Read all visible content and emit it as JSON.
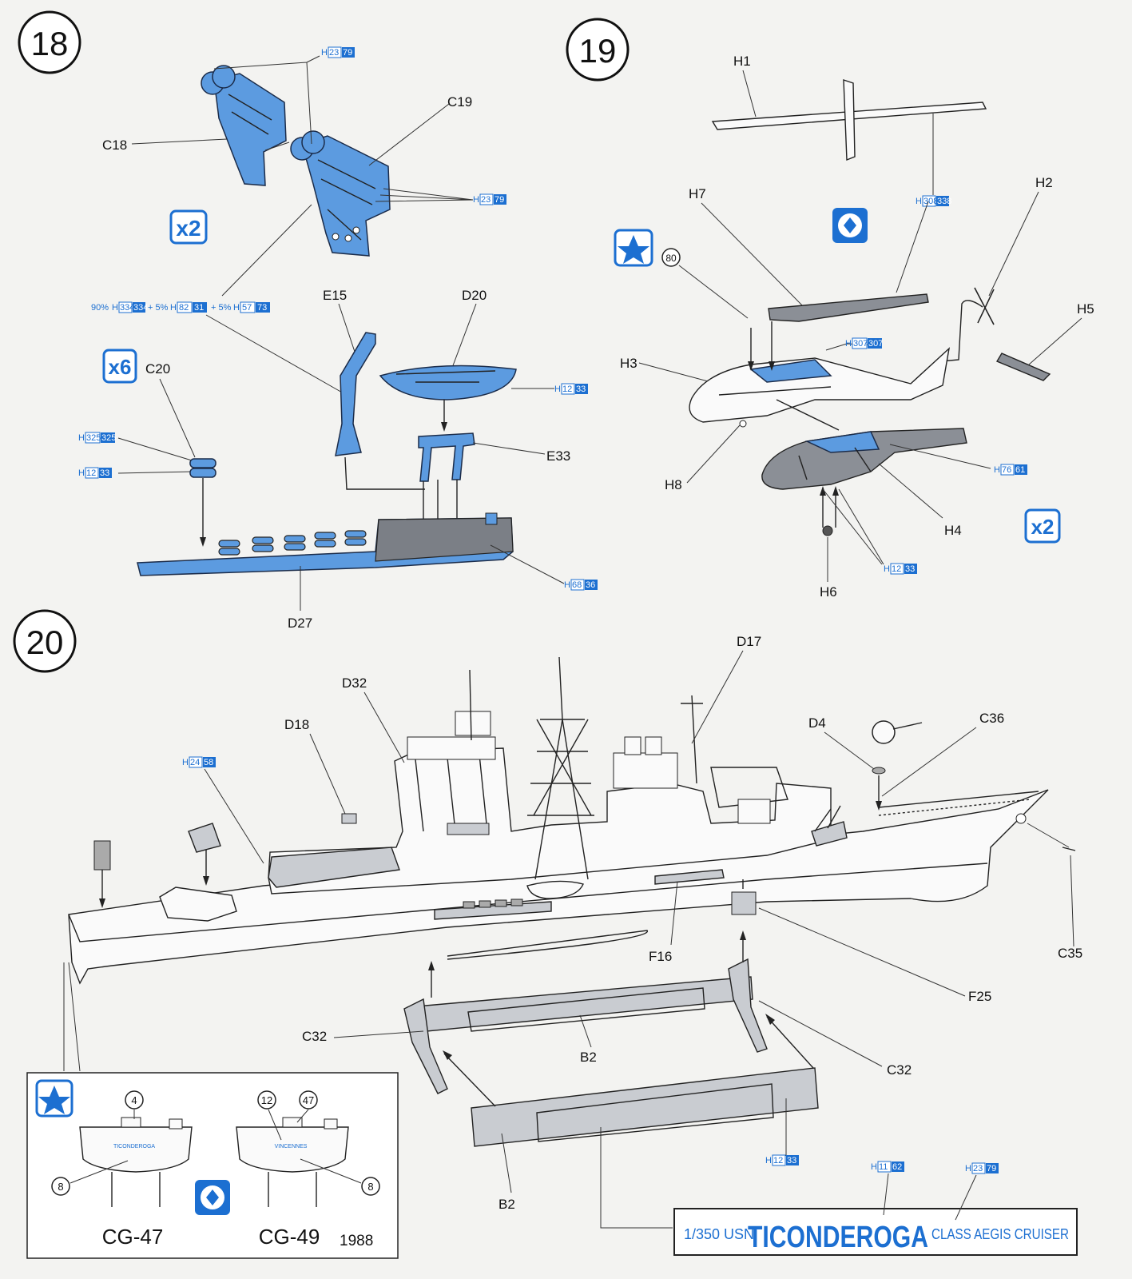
{
  "steps": [
    "18",
    "19",
    "20"
  ],
  "parts": {
    "C18": "C18",
    "C19": "C19",
    "C20": "C20",
    "E15": "E15",
    "D20": "D20",
    "E33": "E33",
    "D27": "D27",
    "H1": "H1",
    "H2": "H2",
    "H3": "H3",
    "H4": "H4",
    "H5": "H5",
    "H6": "H6",
    "H7": "H7",
    "H8": "H8",
    "D17": "D17",
    "D32": "D32",
    "D18": "D18",
    "D4": "D4",
    "C36": "C36",
    "C35": "C35",
    "F16": "F16",
    "F25": "F25",
    "C32a": "C32",
    "C32b": "C32",
    "B2a": "B2",
    "B2b": "B2"
  },
  "quantities": {
    "q18": "x2",
    "q19": "x2",
    "q20": "x6"
  },
  "decal_numbers": {
    "n80": "80",
    "n4": "4",
    "n8a": "8",
    "n12": "12",
    "n47": "47",
    "n8b": "8"
  },
  "paint": {
    "mix_percent_1": "90%",
    "mix_percent_2": "+ 5%",
    "mix_percent_3": "+ 5%",
    "prefix": "H",
    "codes": [
      [
        "23",
        "79"
      ],
      [
        "23",
        "79"
      ],
      [
        "334",
        "334"
      ],
      [
        "82",
        "31"
      ],
      [
        "57",
        "73"
      ],
      [
        "325",
        "325"
      ],
      [
        "12",
        "33"
      ],
      [
        "12",
        "33"
      ],
      [
        "68",
        "36"
      ],
      [
        "308",
        "338"
      ],
      [
        "307",
        "307"
      ],
      [
        "76",
        "61"
      ],
      [
        "12",
        "33"
      ],
      [
        "24",
        "58"
      ],
      [
        "12",
        "33"
      ],
      [
        "11",
        "62"
      ],
      [
        "23",
        "79"
      ]
    ]
  },
  "hull_names": {
    "ticonderoga": "TICONDEROGA",
    "vincennes": "VINCENNES"
  },
  "variants": {
    "cg47": "CG-47",
    "cg49": "CG-49",
    "cg49_year": "1988"
  },
  "title": {
    "scale": "1/350 USN",
    "name": "TICONDEROGA",
    "suffix": "CLASS AEGIS CRUISER"
  },
  "colors": {
    "accent": "#1c6fd1",
    "part_blue": "#5c9be0",
    "hull_gray": "#c9ccd1"
  }
}
